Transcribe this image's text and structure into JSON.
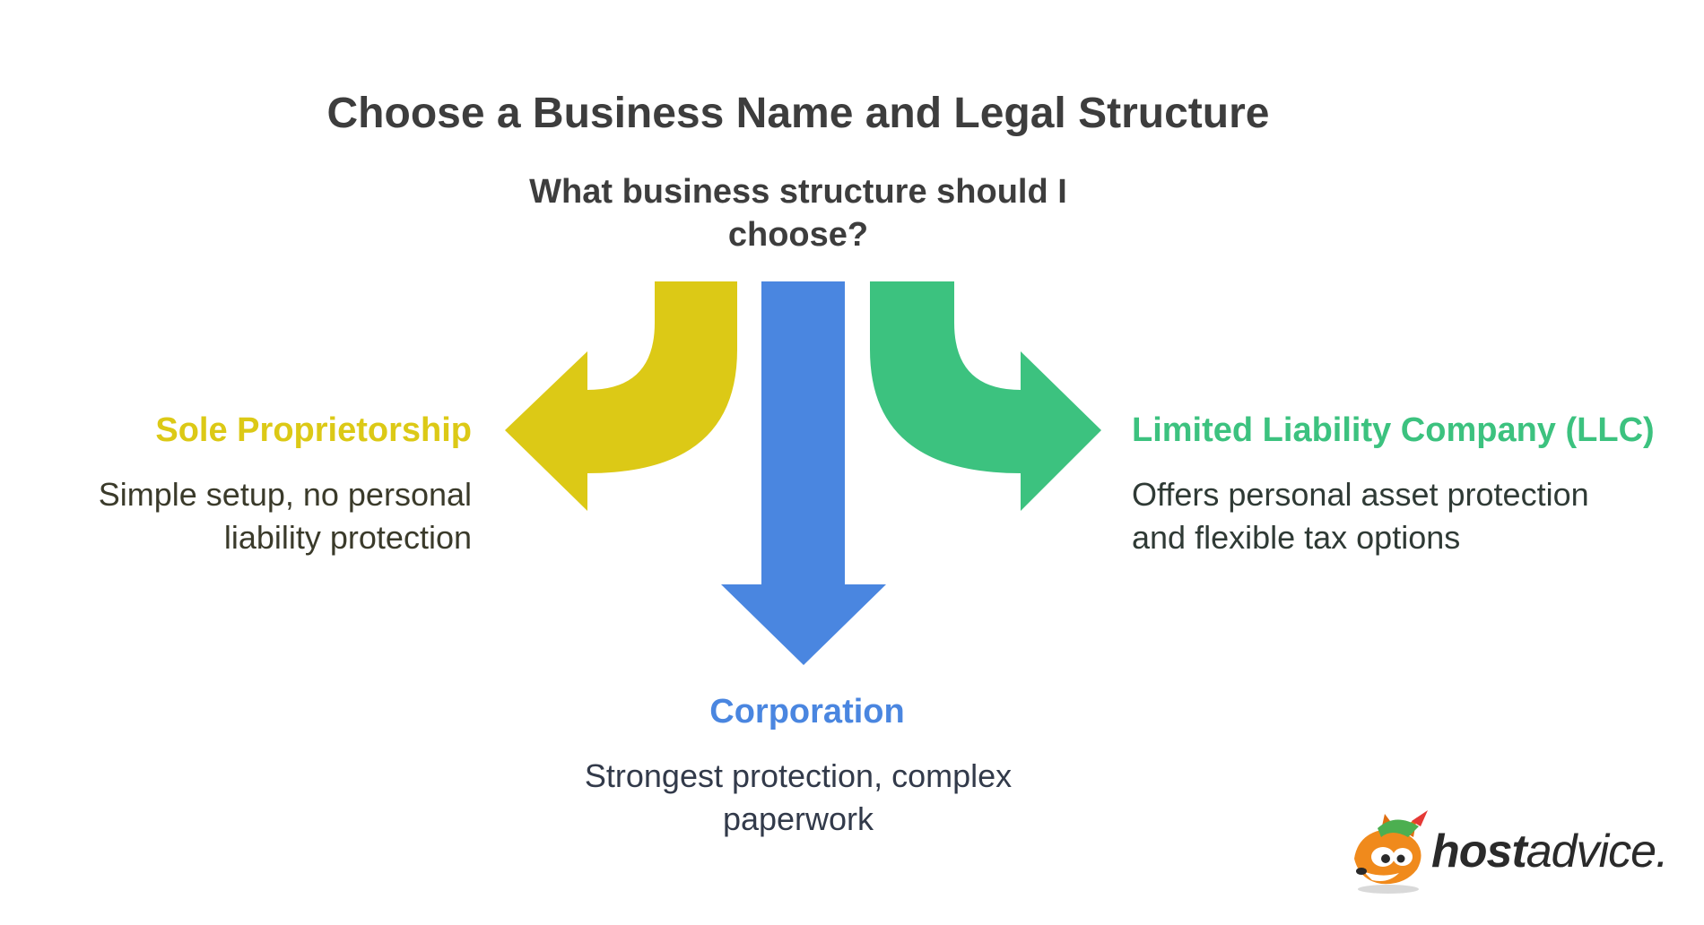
{
  "diagram": {
    "title": "Choose a Business Name and Legal Structure",
    "question": "What business structure should I choose?",
    "options": [
      {
        "heading": "Sole Proprietorship",
        "description": "Simple setup, no personal liability protection",
        "color": "#dcc916"
      },
      {
        "heading": "Corporation",
        "description": "Strongest protection, complex paperwork",
        "color": "#4a86e0"
      },
      {
        "heading": "Limited Liability Company (LLC)",
        "description": "Offers personal asset protection and flexible tax options",
        "color": "#3cc27f"
      }
    ]
  },
  "brand": {
    "name_bold": "host",
    "name_regular": "advice.",
    "icon": "fox-mascot-icon"
  }
}
